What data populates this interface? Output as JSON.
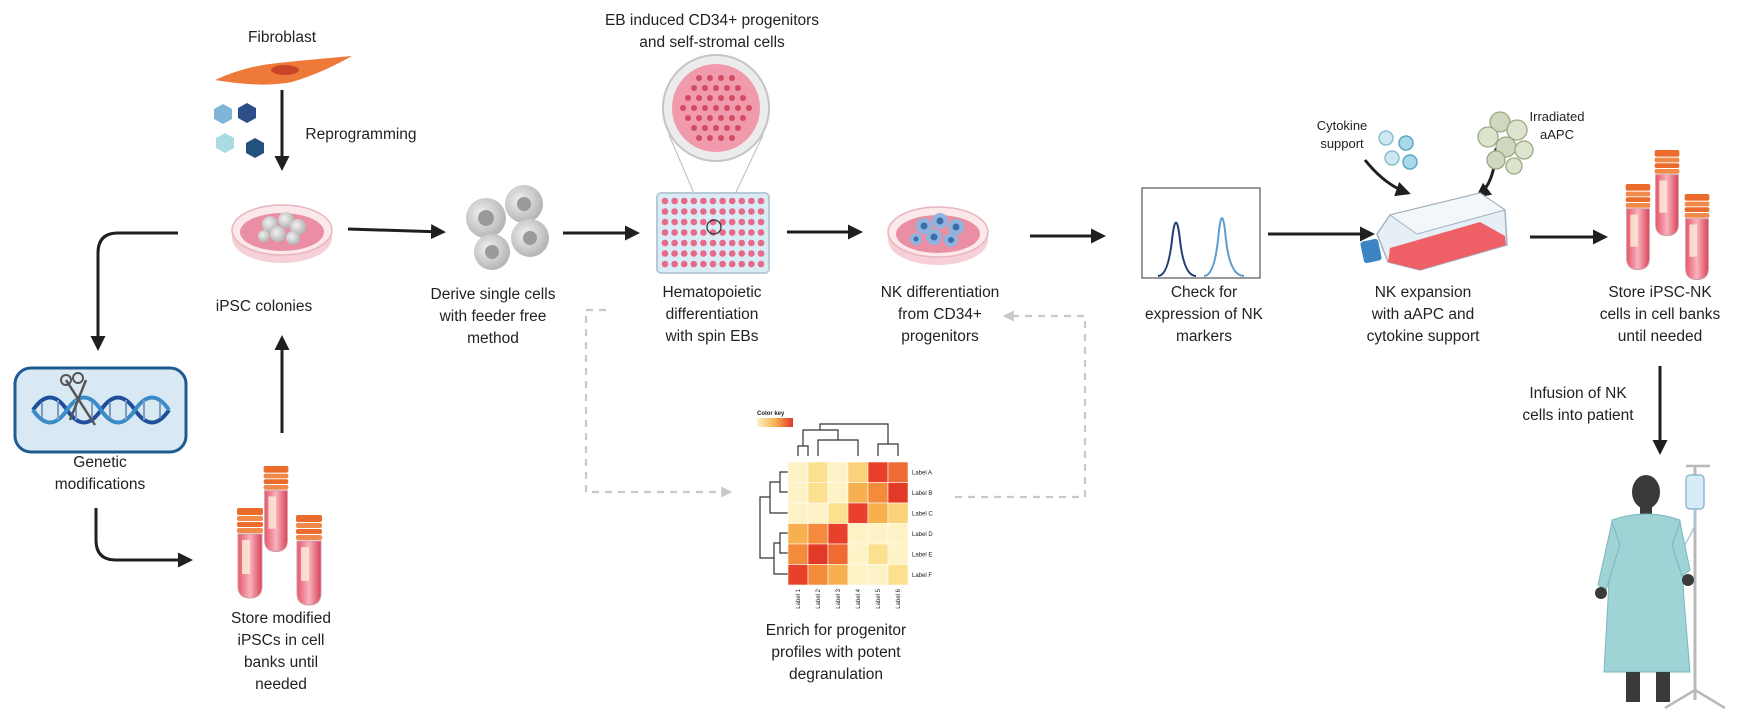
{
  "labels": {
    "fibroblast": "Fibroblast",
    "reprogramming": "Reprogramming",
    "ipsc_colonies": "iPSC colonies",
    "genetic_modifications": [
      "Genetic",
      "modifications"
    ],
    "store_modified": [
      "Store modified",
      "iPSCs in cell",
      "banks until",
      "needed"
    ],
    "derive_single": [
      "Derive single cells",
      "with feeder free",
      "method"
    ],
    "eb_induced": [
      "EB induced CD34+ progenitors",
      "and self-stromal cells"
    ],
    "hematopoietic": [
      "Hematopoietic",
      "differentiation",
      "with spin EBs"
    ],
    "nk_differentiation": [
      "NK differentiation",
      "from CD34+",
      "progenitors"
    ],
    "enrich": [
      "Enrich for progenitor",
      "profiles with potent",
      "degranulation"
    ],
    "check_expression": [
      "Check for",
      "expression of NK",
      "markers"
    ],
    "cytokine_support": [
      "Cytokine",
      "support"
    ],
    "irradiated_aapc": [
      "Irradiated",
      "aAPC"
    ],
    "nk_expansion": [
      "NK expansion",
      "with aAPC and",
      "cytokine support"
    ],
    "store_ipsc_nk": [
      "Store iPSC-NK",
      "cells in cell banks",
      "until needed"
    ],
    "infusion": [
      "Infusion of NK",
      "cells into patient"
    ]
  },
  "heatmap": {
    "color_key_label": "Color key",
    "row_labels": [
      "Label A",
      "Label B",
      "Label C",
      "Label D",
      "Label E",
      "Label F"
    ],
    "col_labels": [
      "Label 1",
      "Label 2",
      "Label 3",
      "Label 4",
      "Label 5",
      "Label 6"
    ],
    "cells": [
      [
        "#fdf3c6",
        "#fbe08f",
        "#fdf3c6",
        "#fbd27a",
        "#e8402a",
        "#f06a34"
      ],
      [
        "#fdf3c6",
        "#fbe08f",
        "#fdf3c6",
        "#f6b050",
        "#f48a3c",
        "#e33a27"
      ],
      [
        "#fdf3c6",
        "#fdf3c6",
        "#fbe08f",
        "#e8402a",
        "#f6b050",
        "#fbd27a"
      ],
      [
        "#f6b050",
        "#f48a3c",
        "#e8402a",
        "#fdf3c6",
        "#fdf3c6",
        "#fdf3c6"
      ],
      [
        "#f48a3c",
        "#e33a27",
        "#f06a34",
        "#fdf3c6",
        "#fbe08f",
        "#fdf3c6"
      ],
      [
        "#e8402a",
        "#f48a3c",
        "#f6b050",
        "#fdf3c6",
        "#fdf3c6",
        "#fbe08f"
      ]
    ]
  },
  "colors": {
    "arrow": "#1f1f1f",
    "dashed_arrow": "#c9c9c9",
    "dish_pink": "#e98aa0",
    "tube_cap": "#ea6b2c",
    "dna_blue": "#1f4f9c",
    "patient_gown": "#9fd3d6"
  }
}
